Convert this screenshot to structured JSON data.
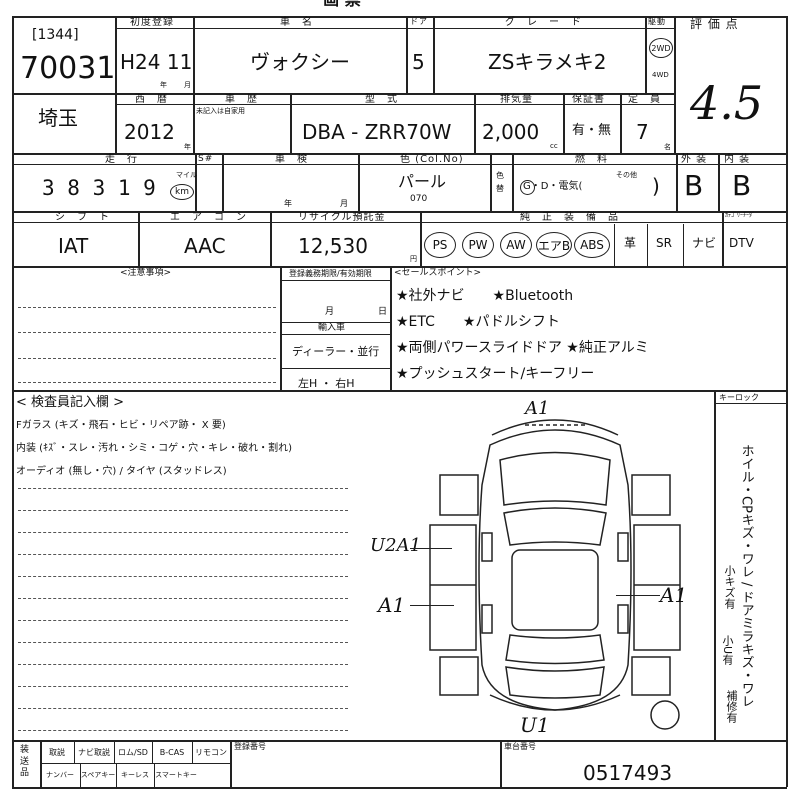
{
  "top_title_fragment": "ー ー 画 票",
  "row1": {
    "lot_label": "",
    "lot_code": "[1344]",
    "lot_number": "70031",
    "first_reg_label": "初度登録",
    "first_reg_value": "H24 11",
    "first_reg_unit_year": "年",
    "first_reg_unit_month": "月",
    "car_name_label": "車　名",
    "car_name_value": "ヴォクシー",
    "door_label": "ドア",
    "door_value": "5",
    "grade_label": "グ　レ　ー　ド",
    "grade_value": "ZSキラメキ2",
    "drive_label": "駆動",
    "drive_2wd": "2WD",
    "drive_4wd": "4WD",
    "score_label": "評 価 点",
    "score_value": "4.5"
  },
  "row2": {
    "region_value": "埼玉",
    "year_label": "西　暦",
    "year_value": "2012",
    "year_unit": "年",
    "history_label": "車　歴",
    "history_note": "未記入は自家用",
    "model_label": "型　式",
    "model_value": "DBA - ZRR70W",
    "displacement_label": "排気量",
    "displacement_value": "2,000",
    "displacement_unit": "cc",
    "warranty_label": "保証書",
    "warranty_value": "有・無",
    "capacity_label": "定　員",
    "capacity_value": "7",
    "capacity_unit": "名"
  },
  "row3": {
    "mileage_label": "走　行",
    "mileage_sub_label": "S#",
    "mileage_digits": "3 8 3 1 9",
    "mileage_unit_mile": "マイル",
    "mileage_unit_km": "km",
    "inspection_label": "車　検",
    "inspection_year": "年",
    "inspection_month": "月",
    "color_label": "色 (Col.No)",
    "color_value": "パール",
    "color_code": "070",
    "color_change_label": "色替",
    "fuel_label": "燃　料",
    "fuel_value": "G・D・電気(",
    "fuel_other": "その他",
    "fuel_close": ")",
    "exterior_label": "外 装",
    "exterior_value": "B",
    "interior_label": "内 装",
    "interior_value": "B"
  },
  "row4": {
    "shift_label": "シ　フ　ト",
    "shift_value": "IAT",
    "ac_label": "エ　ア　コ　ン",
    "ac_value": "AAC",
    "recycle_label": "リサイクル預託金",
    "recycle_value": "12,530",
    "recycle_unit": "円",
    "equipment_label": "純　正　装　備　品",
    "equipment_items": [
      "PS",
      "PW",
      "AW",
      "エアB",
      "ABS",
      "革",
      "SR",
      "ナビ",
      "DTV"
    ],
    "tv_tuner_label": "ｶﾃｺﾞﾘｰﾁｰﾀﾞ"
  },
  "notes": {
    "caution_label": "<注意事項>",
    "registration_label": "登録義務期限/有効期限",
    "reg_month": "月",
    "reg_day": "日",
    "import_label": "輸入車",
    "dealer_label": "ディーラー・並行",
    "steering_label": "左H ・ 右H",
    "sales_points_label": "<セールスポイント>",
    "sales_points": [
      "★社外ナビ　　★Bluetooth",
      "★ETC　　★パドルシフト",
      "★両側パワースライドドア ★純正アルミ",
      "★プッシュスタート/キーフリー"
    ]
  },
  "inspector": {
    "section_label": "< 検査員記入欄 >",
    "glass_line": "Fガラス (キズ・飛石・ヒビ・リペア跡・ X 要)",
    "interior_line": "内装 (ｷｽﾞ・スレ・汚れ・シミ・コゲ・穴・キレ・破れ・割れ)",
    "audio_line": "オーディオ (無し・穴) / タイヤ (スタッドレス)",
    "key_lock_label": "キーロック",
    "side_text": "ホイル・CPキズ・ワレ / ドアミラキズ・ワレ",
    "side_small_1": "小キズ有",
    "side_small_2": "小U有",
    "side_repair": "補修有"
  },
  "diagram_marks": {
    "front": "A1",
    "left_upper": "U2A1",
    "left_lower": "A1",
    "right": "A1",
    "rear": "U1"
  },
  "footer": {
    "side_label": "装送品",
    "items_row1": [
      "取説",
      "ナビ取説",
      "ロム/SD",
      "B-CAS",
      "リモコン"
    ],
    "items_row2": [
      "ナンバー",
      "スペアキー",
      "キーレス",
      "スマートキー"
    ],
    "reg_number_label": "登録番号",
    "chassis_label": "車台番号",
    "chassis_value": "0517493"
  }
}
